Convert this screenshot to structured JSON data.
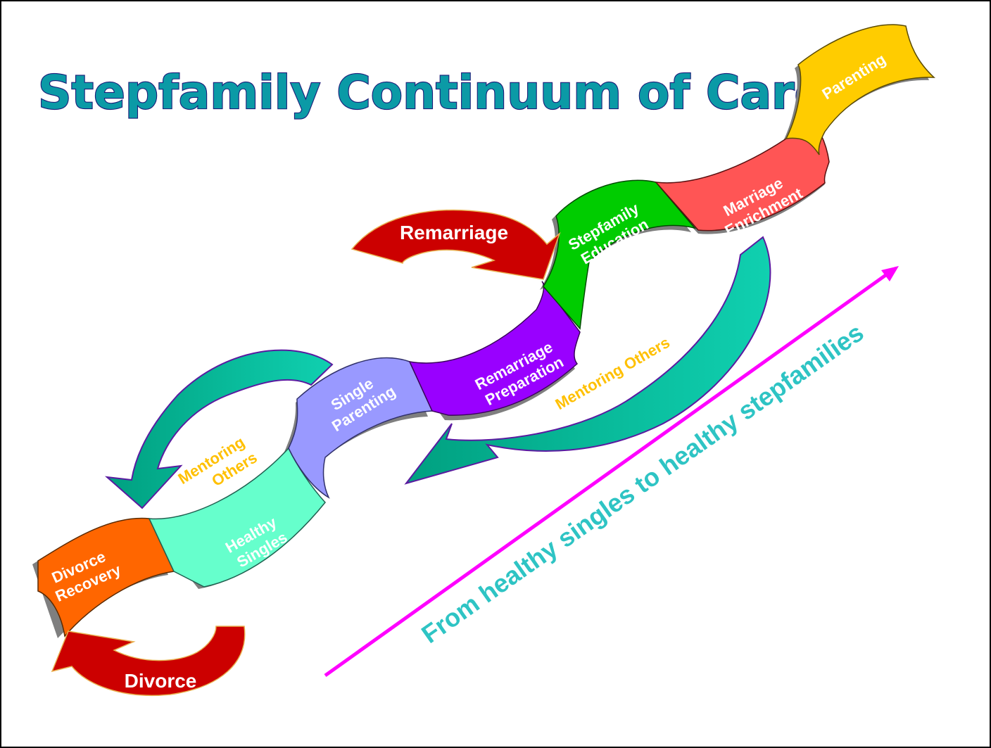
{
  "title": "Stepfamily  Continuum of Care",
  "segments": {
    "divorce_recovery": [
      "Divorce",
      "Recovery"
    ],
    "healthy_singles": [
      "Healthy",
      "Singles"
    ],
    "single_parenting": [
      "Single",
      "Parenting"
    ],
    "remarriage_preparation": [
      "Remarriage",
      "Preparation"
    ],
    "stepfamily_education": [
      "Stepfamily",
      "Education"
    ],
    "marriage_enrichment": [
      "Marriage",
      "Enrichment"
    ],
    "parenting": "Parenting"
  },
  "arrows": {
    "remarriage": "Remarriage",
    "divorce": "Divorce"
  },
  "mentoring": {
    "left": [
      "Mentoring",
      "Others"
    ],
    "right": "Mentoring Others"
  },
  "caption": "From healthy singles to healthy stepfamilies",
  "colors": {
    "divorce_recovery": "#ff6600",
    "healthy_singles": "#66ffcc",
    "single_parenting": "#9999ff",
    "remarriage_preparation": "#9900ff",
    "stepfamily_education": "#00cc00",
    "marriage_enrichment": "#ff5555",
    "parenting": "#ffcc00",
    "arrow_red": "#cc0000",
    "arrow_teal": "#00b3a0",
    "magenta": "#ff00ff"
  }
}
